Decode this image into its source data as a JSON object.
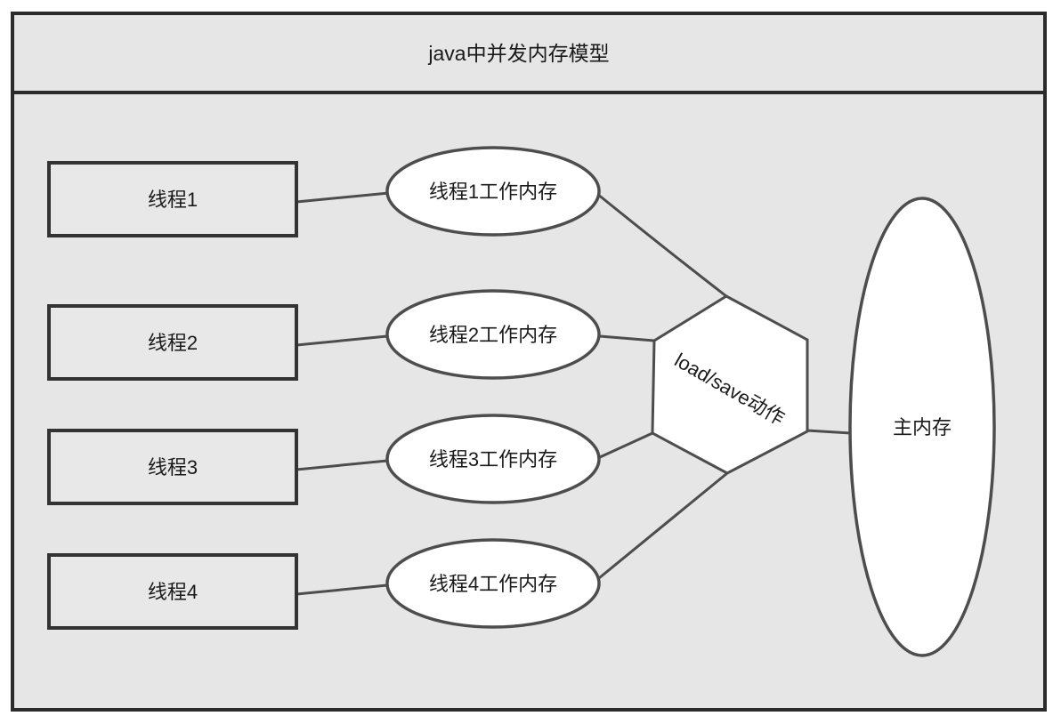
{
  "title": "java中并发内存模型",
  "threads": [
    {
      "box": "线程1",
      "memory": "线程1工作内存"
    },
    {
      "box": "线程2",
      "memory": "线程2工作内存"
    },
    {
      "box": "线程3",
      "memory": "线程3工作内存"
    },
    {
      "box": "线程4",
      "memory": "线程4工作内存"
    }
  ],
  "hexagon": {
    "label": "load/save动作"
  },
  "main_memory": {
    "label": "主内存"
  },
  "theme": {
    "canvas_bg": "#ffffff",
    "diagram_bg": "#e7e6e6",
    "frame_border": "#2b2b2b",
    "box_stroke": "#333333",
    "box_fill": "#e9e8e8",
    "shape_stroke": "#4d4d4d",
    "shape_fill": "#ffffff",
    "text_color": "#1a1a1a"
  }
}
